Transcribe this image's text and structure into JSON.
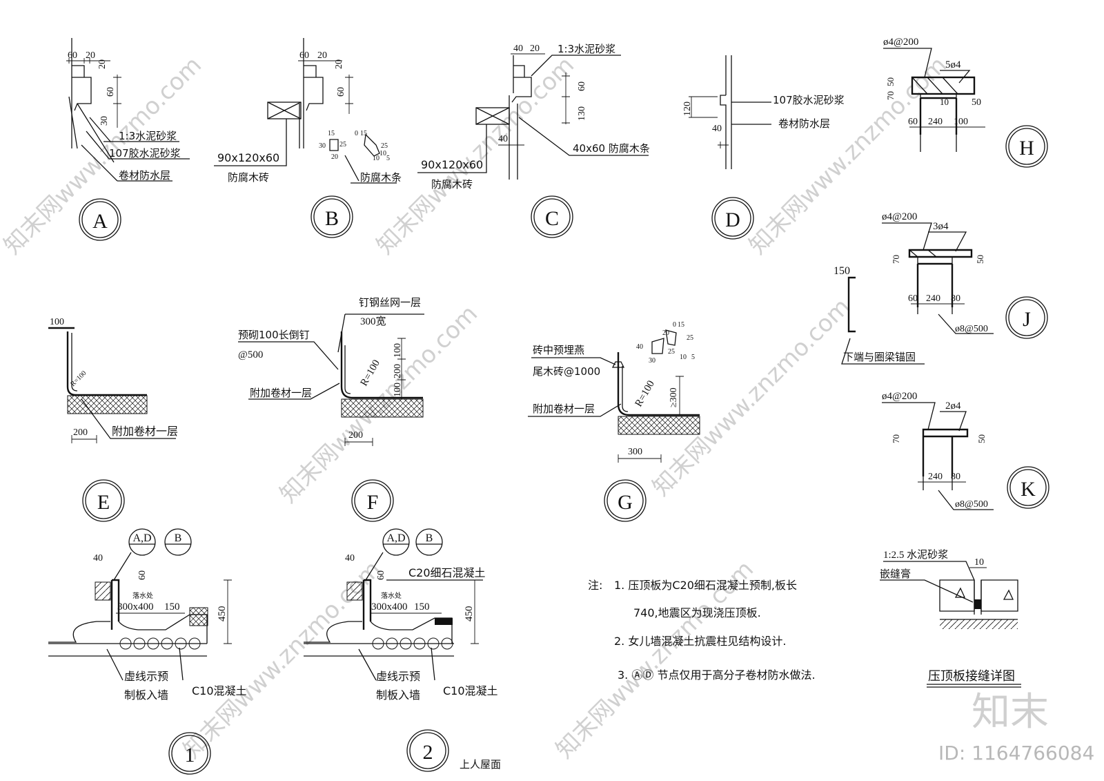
{
  "details": {
    "A": {
      "label": "A",
      "dims": [
        "60",
        "20",
        "20",
        "60",
        "30"
      ],
      "notes": [
        "1:3水泥砂浆",
        "107胶水泥砂浆",
        "卷材防水层"
      ]
    },
    "B": {
      "label": "B",
      "dims": [
        "60",
        "20",
        "20",
        "60"
      ],
      "brick": "90x120x60",
      "brick_name": "防腐木砖",
      "strip_name": "防腐木条",
      "strip_dims": [
        "15",
        "30",
        "25",
        "20",
        "0",
        "15",
        "25",
        "10",
        "10",
        "5"
      ]
    },
    "C": {
      "label": "C",
      "dims": [
        "40",
        "20",
        "60",
        "130",
        "40"
      ],
      "notes": [
        "1:3水泥砂浆",
        "40x60 防腐木条"
      ],
      "brick": "90x120x60",
      "brick_name": "防腐木砖"
    },
    "D": {
      "label": "D",
      "dims": [
        "120",
        "40"
      ],
      "notes": [
        "107胶水泥砂浆",
        "卷材防水层"
      ]
    },
    "E": {
      "label": "E",
      "dims": [
        "100",
        "R=100",
        "200"
      ],
      "notes": [
        "附加卷材一层"
      ]
    },
    "F": {
      "label": "F",
      "notes": [
        "钉钢丝网一层",
        "300宽",
        "预砌100长倒钉",
        "@500",
        "附加卷材一层"
      ],
      "dims": [
        "R=100",
        "100",
        "200",
        "100",
        "200"
      ]
    },
    "G": {
      "label": "G",
      "notes": [
        "砖中预埋燕",
        "尾木砖@1000",
        "附加卷材一层"
      ],
      "dims": [
        "R=100",
        "≥300",
        "300"
      ],
      "strip_dims": [
        "40",
        "30",
        "0",
        "15",
        "20",
        "25",
        "10",
        "5",
        "25"
      ]
    },
    "H": {
      "label": "H",
      "notes": [
        "ø4@200",
        "5ø4"
      ],
      "dims": [
        "70",
        "50",
        "10",
        "50",
        "60",
        "240",
        "100"
      ]
    },
    "J": {
      "label": "J",
      "notes": [
        "ø4@200",
        "3ø4",
        "ø8@500",
        "下端与圈梁锚固"
      ],
      "dims": [
        "70",
        "50",
        "60",
        "240",
        "80",
        "150"
      ]
    },
    "K": {
      "label": "K",
      "notes": [
        "ø4@200",
        "2ø4",
        "ø8@500"
      ],
      "dims": [
        "70",
        "50",
        "240",
        "80"
      ]
    }
  },
  "sections": {
    "s1": {
      "label": "1",
      "refs": [
        "A,D",
        "B"
      ],
      "dims": [
        "40",
        "60",
        "300x400",
        "150",
        "450"
      ],
      "drain": "落水处",
      "notes": [
        "虚线示预",
        "制板入墙",
        "C10混凝土"
      ]
    },
    "s2": {
      "label": "2",
      "refs": [
        "A,D",
        "B"
      ],
      "dims": [
        "40",
        "60",
        "300x400",
        "150",
        "450"
      ],
      "drain": "落水处",
      "notes": [
        "C20细石混凝土",
        "虚线示预",
        "制板入墙",
        "C10混凝土"
      ],
      "caption": "上人屋面"
    }
  },
  "joint": {
    "title": "压顶板接缝详图",
    "mortar": "1:2.5 水泥砂浆",
    "sealant": "嵌缝膏",
    "gap": "10"
  },
  "notes_block": {
    "lead": "注:",
    "items": [
      "1.  压顶板为C20细石混凝土预制,板长",
      "740,地震区为现浇压顶板.",
      "2.  女儿墙混凝土抗震柱见结构设计.",
      "3. ⒶⒹ 节点仅用于高分子卷材防水做法."
    ]
  },
  "watermark": {
    "brand": "知末",
    "id": "ID: 1164766084",
    "site": "知末网www.znzmo.com"
  }
}
